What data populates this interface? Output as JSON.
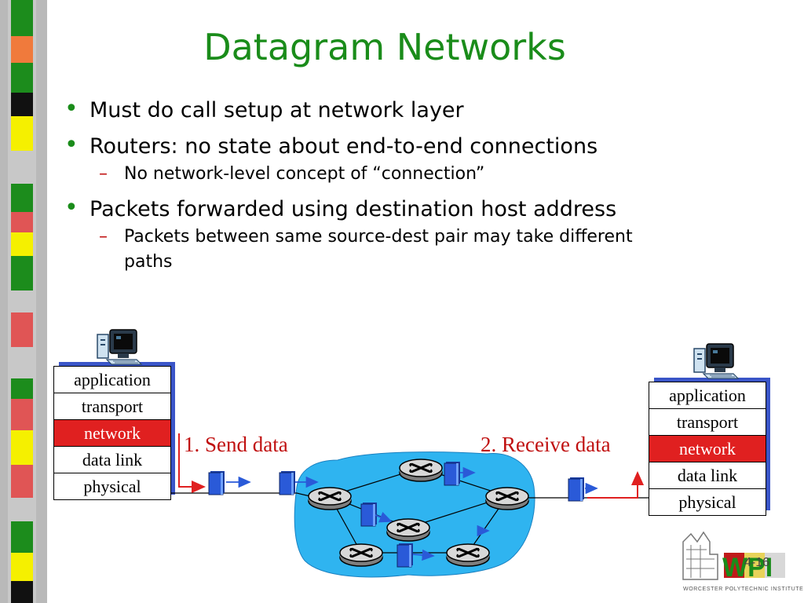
{
  "slide": {
    "title": "Datagram Networks",
    "bullets": [
      {
        "text": "Must do call setup at network layer",
        "sub": []
      },
      {
        "text": "Routers: no state about end-to-end connections",
        "sub": [
          "No network-level concept of “connection”"
        ]
      },
      {
        "text": "Packets forwarded using destination host address",
        "sub": [
          "Packets between same source-dest pair may take different paths"
        ]
      }
    ],
    "left_stack": [
      "application",
      "transport",
      "network",
      "data link",
      "physical"
    ],
    "right_stack": [
      "application",
      "transport",
      "network",
      "data link",
      "physical"
    ],
    "send_label": "1. Send data",
    "receive_label": "2. Receive data",
    "page_number": "4-16",
    "logo_text": "WPI",
    "logo_caption": "WORCESTER POLYTECHNIC INSTITUTE"
  },
  "colors": {
    "title": "#1a8c1a",
    "accent_red": "#c01010",
    "network_layer": "#e02020",
    "cloud": "#2fb4f0",
    "packet": "#2a5ad8"
  }
}
